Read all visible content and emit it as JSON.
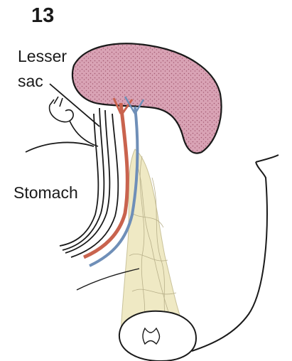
{
  "figure": {
    "number": "13"
  },
  "labels": {
    "lesser": "Lesser",
    "sac": "sac",
    "stomach": "Stomach"
  },
  "colors": {
    "sac_fill": "#d9a3b5",
    "sac_dots": "#a35a72",
    "artery": "#c9634e",
    "vein": "#6f8fb8",
    "fat": "#efe9c4",
    "outline": "#1a1a1a"
  }
}
